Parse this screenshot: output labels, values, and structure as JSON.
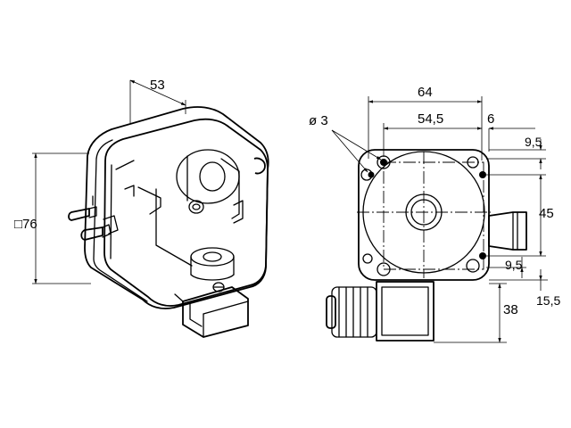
{
  "left_view": {
    "dim_depth": "53",
    "dim_height": "□76"
  },
  "right_view": {
    "dim_width_outer": "64",
    "dim_hole_spacing": "54,5",
    "dim_offset": "6",
    "dim_hole_diameter": "ø 3",
    "dim_top_edge": "9,5",
    "dim_vertical_hole_spacing": "45",
    "dim_bottom_edge": "9,5",
    "dim_bottom_offset": "15,5",
    "dim_connector_height": "38"
  }
}
